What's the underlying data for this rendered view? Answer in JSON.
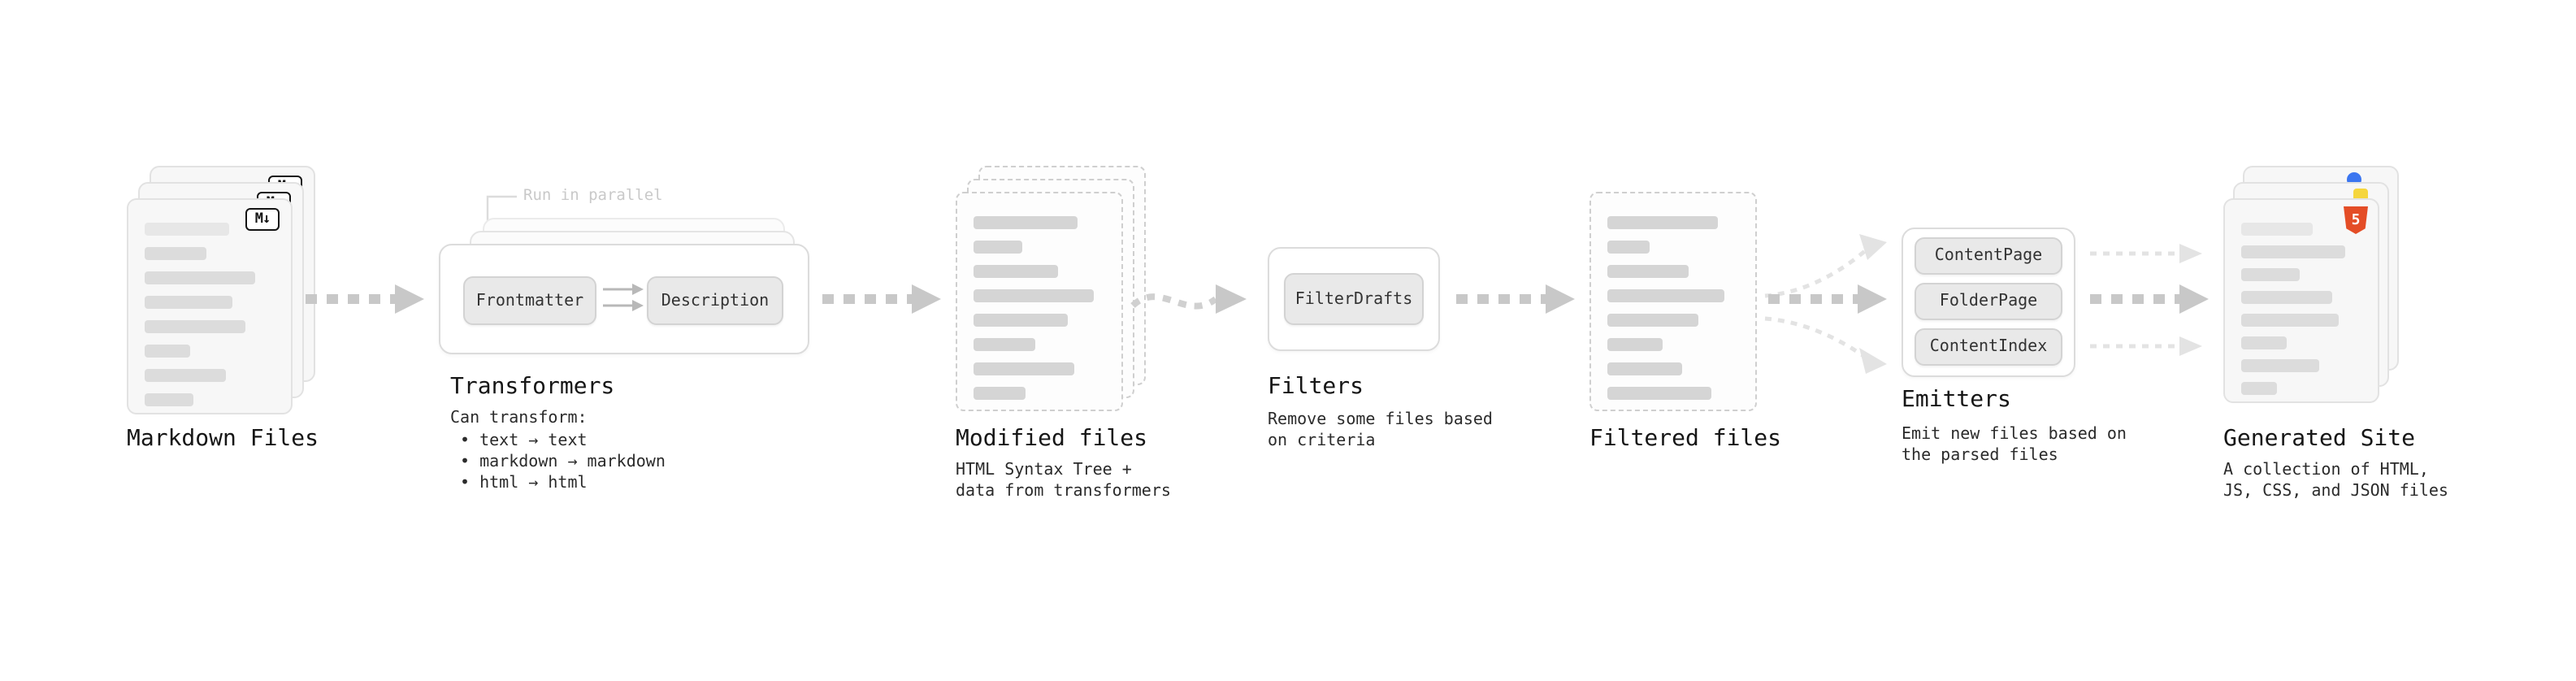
{
  "stages": {
    "markdown_files": {
      "title": "Markdown Files",
      "badge": "M↓"
    },
    "transformers": {
      "title": "Transformers",
      "annotation": "Run in parallel",
      "node1": "Frontmatter",
      "node2": "Description",
      "caption": "Can transform:",
      "bullets": [
        "• text → text",
        "• markdown → markdown",
        "• html → html"
      ]
    },
    "modified_files": {
      "title": "Modified files",
      "caption_lines": [
        "HTML Syntax Tree +",
        "data from transformers"
      ]
    },
    "filters": {
      "title": "Filters",
      "node1": "FilterDrafts",
      "caption_lines": [
        "Remove some files based",
        "on criteria"
      ]
    },
    "filtered_files": {
      "title": "Filtered files"
    },
    "emitters": {
      "title": "Emitters",
      "node1": "ContentPage",
      "node2": "FolderPage",
      "node3": "ContentIndex",
      "caption_lines": [
        "Emit new files based on",
        "the parsed files"
      ]
    },
    "generated_site": {
      "title": "Generated Site",
      "badge": "5",
      "caption_lines": [
        "A collection of HTML,",
        "JS, CSS, and JSON files"
      ]
    }
  },
  "colors": {
    "arrow_gray": "#c8c8c8",
    "arrow_light": "#e3e3e3",
    "html5_orange": "#e44d26",
    "css_blue": "#3b76f0",
    "js_yellow": "#f5d63d"
  }
}
